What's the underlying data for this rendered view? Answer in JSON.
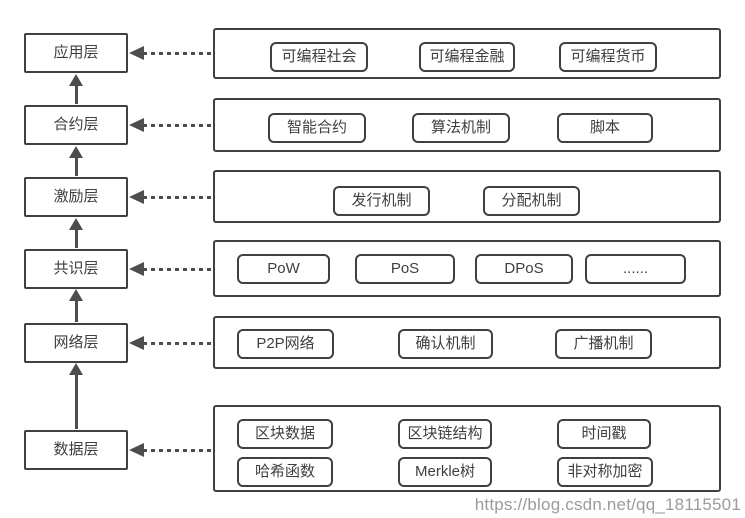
{
  "colors": {
    "background": "#ffffff",
    "border": "#404040",
    "text": "#3f3f3f",
    "arrow": "#4d4d4d",
    "watermark": "#9b9b9b"
  },
  "watermark": "https://blog.csdn.net/qq_18115501",
  "layers": [
    {
      "label": "应用层",
      "items": [
        "可编程社会",
        "可编程金融",
        "可编程货币"
      ]
    },
    {
      "label": "合约层",
      "items": [
        "智能合约",
        "算法机制",
        "脚本"
      ]
    },
    {
      "label": "激励层",
      "items": [
        "发行机制",
        "分配机制"
      ]
    },
    {
      "label": "共识层",
      "items": [
        "PoW",
        "PoS",
        "DPoS",
        "......"
      ]
    },
    {
      "label": "网络层",
      "items": [
        "P2P网络",
        "确认机制",
        "广播机制"
      ]
    },
    {
      "label": "数据层",
      "items": [
        "区块数据",
        "区块链结构",
        "时间戳",
        "哈希函数",
        "Merkle树",
        "非对称加密"
      ]
    }
  ]
}
